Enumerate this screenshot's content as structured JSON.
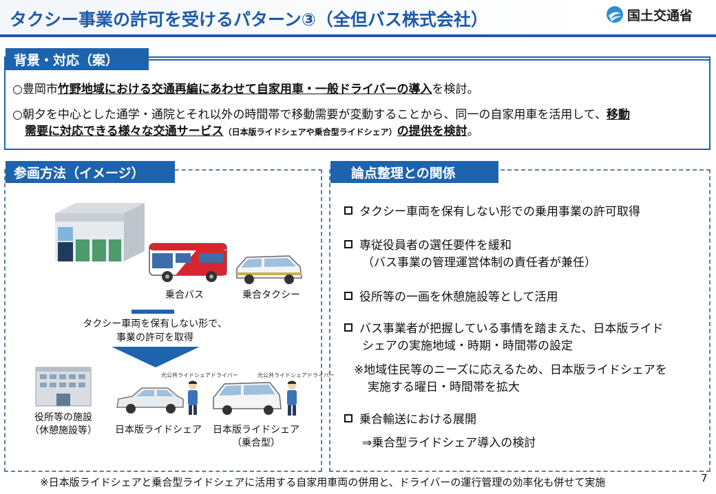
{
  "header": {
    "title": "タクシー事業の許可を受けるパターン③（全但バス株式会社）",
    "logo_text": "国土交通省"
  },
  "background": {
    "heading": "背景・対応（案）",
    "line1": {
      "prefix": "○豊岡市",
      "underlined": "竹野地域における交通再編にあわせて自家用車・一般ドライバーの導入",
      "suffix": "を検討。"
    },
    "line2": {
      "prefix": "○朝夕を中心とした通学・通院とそれ以外の時間帯で移動需要が変動することから、同一の自家用車を活用して、",
      "underlined": "移動"
    },
    "line3": {
      "underlined_a": "需要に対応できる様々な交通サービス",
      "small": "（日本版ライドシェアや乗合型ライドシェア）",
      "underlined_b": "の提供を検討",
      "suffix": "。"
    }
  },
  "method": {
    "heading": "参画方法（イメージ）",
    "bus_label": "乗合バス",
    "taxi_label": "乗合タクシー",
    "arrow_text_1": "タクシー車両を保有しない形で、",
    "arrow_text_2": "事業の許可を取得",
    "facility_label_1": "役所等の施設",
    "facility_label_2": "（休憩施設等）",
    "rideshare_label": "日本版ライドシェア",
    "rideshare_shared_label_1": "日本版ライドシェア",
    "rideshare_shared_label_2": "（乗合型）",
    "driver_tag_1": "元公共ライドシェアドライバー",
    "driver_tag_2": "元公共ライドシェアドライバー"
  },
  "issues": {
    "heading": "論点整理との関係",
    "items": [
      {
        "text": "タクシー車両を保有しない形での乗用事業の許可取得"
      },
      {
        "text": "専従役員者の選任要件を緩和",
        "sub": "（バス事業の管理運営体制の責任者が兼任）"
      },
      {
        "text": "役所等の一画を休憩施設等として活用"
      },
      {
        "text": "バス事業者が把握している事情を踏まえた、日本版ライド",
        "sub": "シェアの実施地域・時期・時間帯の設定"
      },
      {
        "text": "乗合輸送における展開",
        "sub": "⇒乗合型ライドシェア導入の検討"
      }
    ],
    "note_1": "※地域住民等のニーズに応えるため、日本版ライドシェアを",
    "note_2": "実施する曜日・時間帯を拡大"
  },
  "footer": {
    "note": "※日本版ライドシェアと乗合型ライドシェアに活用する自家用車両の併用と、ドライバーの運行管理の効率化も併せて実施",
    "page": "7"
  },
  "colors": {
    "accent": "#1e63ad",
    "dashed_border": "#5a7fa8",
    "bus_red": "#d7262f"
  }
}
